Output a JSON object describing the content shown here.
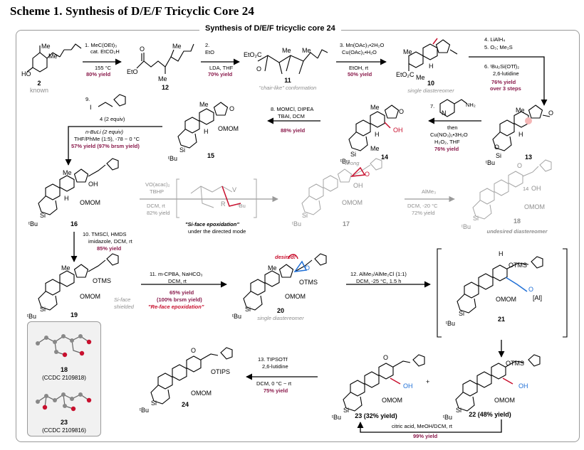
{
  "scheme_title": "Scheme 1. Synthesis of D/E/F Tricyclic Core 24",
  "box_title": "Synthesis of D/E/F tricyclic core 24",
  "compounds": {
    "c2": "2",
    "c2_note": "known",
    "c12": "12",
    "c11": "11",
    "c11_note": "\"chair-like\" conformation",
    "c10": "10",
    "c10_note": "single diastereomer",
    "c13": "13",
    "c14": "14",
    "c15": "15",
    "c16": "16",
    "c17": "17",
    "c18": "18",
    "c18_note": "undesired diastereomer",
    "c19": "19",
    "c19_note1": "Si-face",
    "c19_note2": "shielded",
    "c20": "20",
    "c20_note": "single diastereomer",
    "c20_desired": "desired!",
    "c21": "21",
    "c22": "22 (48% yield)",
    "c23": "23 (32% yield)",
    "c24": "24"
  },
  "steps": {
    "s1": [
      "1. MeC(OEt)₃",
      "cat. EtCO₂H",
      "155 °C"
    ],
    "s1_yield": "80% yield",
    "s2": [
      "2.",
      "LDA, THF"
    ],
    "s2_yield": "70% yield",
    "s3": [
      "3. Mn(OAc)₃•2H₂O",
      "Cu(OAc)₂•H₂O",
      "EtOH, rt"
    ],
    "s3_yield": "50% yield",
    "s4": [
      "4. LiAlH₄",
      "5. O₃; Me₂S",
      "6. ᵗBu₂Si(OTf)₂",
      "2,6-lutidine"
    ],
    "s4_yield": [
      "76% yield",
      "over 3 steps"
    ],
    "s7": [
      "7.",
      "then",
      "Cu(NO₃)₂•3H₂O",
      "H₂O₂, THF"
    ],
    "s7_yield": "76% yield",
    "s8": [
      "8. MOMCl, DIPEA",
      "TBAI, DCM"
    ],
    "s8_yield": "88% yield",
    "s9": [
      "9.",
      "4 (2 equiv)",
      "n-BuLi (2 equiv)",
      "THF/PhMe (1:5), -78 ~ 0 °C"
    ],
    "s9_yield": "57% yield (97% brsm yield)",
    "s_vo": [
      "VO(acac)₂",
      "TBHP",
      "DCM, rt"
    ],
    "s_vo_yield": "82% yield",
    "s_vo_note": [
      "\"Si-face epoxidation\"",
      "under the directed mode"
    ],
    "s_alme3": [
      "AlMe₃",
      "DCM, -20 °C"
    ],
    "s_alme3_yield": "72% yield",
    "s10": [
      "10. TMSCl, HMDS",
      "imidazole, DCM, rt"
    ],
    "s10_yield": "85% yield",
    "s11": [
      "11. m-CPBA, NaHCO₃",
      "DCM, rt"
    ],
    "s11_yield": [
      "65% yield",
      "(100% brsm yield)"
    ],
    "s11_note": "\"Re-face epoxidation\"",
    "s12": [
      "12. AlMe₃/AlMe₂Cl (1:1)",
      "DCM, -25 °C, 1.5 h"
    ],
    "s13": [
      "13. TIPSOTf",
      "2,6-lutidine",
      "DCM, 0 °C ~ rt"
    ],
    "s13_yield": "75% yield",
    "s_citric": "citric acid, MeOH/DCM, rt",
    "s_citric_yield": "99% yield"
  },
  "labels": {
    "me": "Me",
    "h": "H",
    "ho": "HO",
    "oh": "OH",
    "eto": "EtO",
    "eto2c": "EtO₂C",
    "co2et": "EtO₂C",
    "mom": "OMOM",
    "otms": "OTMS",
    "otips": "OTIPS",
    "tbu": "ᵗBu",
    "si": "Si",
    "o": "O",
    "i": "I",
    "n": "N",
    "nh2": "NH₂",
    "al": "[Al]",
    "wrong": "wrong",
    "r": "R",
    "v": "V",
    "c14": "14",
    "tms_plus": "OTMS"
  },
  "xtal": {
    "c18": "18",
    "c18_ccdc": "(CCDC 2109818)",
    "c23": "23",
    "c23_ccdc": "(CCDC 2109816)"
  },
  "colors": {
    "yield": "#8a1a4b",
    "red": "#c8102e",
    "blue": "#1f6fd6",
    "gray": "#8f8f8f"
  }
}
